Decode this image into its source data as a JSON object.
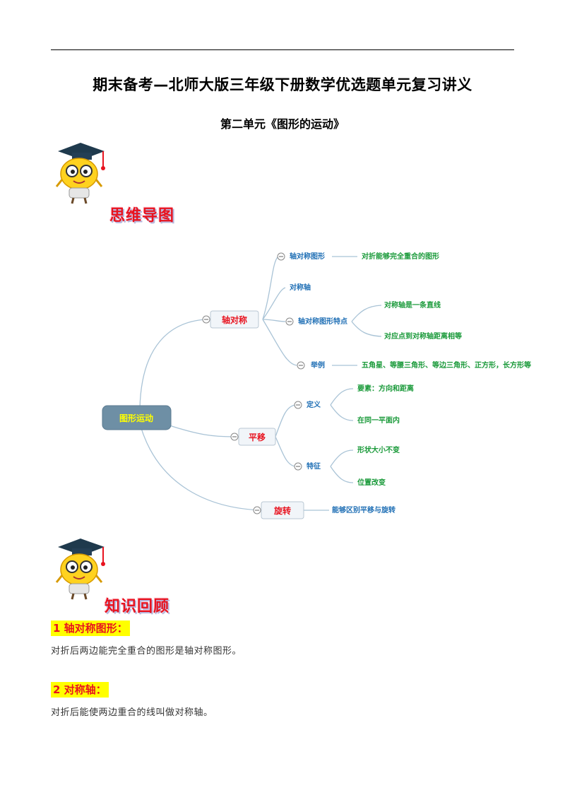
{
  "document": {
    "title": "期末备考—北师大版三年级下册数学优选题单元复习讲义",
    "subtitle": "第二单元《图形的运动》"
  },
  "sections": {
    "mindmap_heading": "思维导图",
    "review_heading": "知识回顾"
  },
  "mindmap": {
    "root": "图形运动",
    "branch1": {
      "label": "轴对称",
      "children": {
        "c1": "轴对称图形",
        "c1_leaf": "对折能够完全重合的图形",
        "c2": "对称轴",
        "c3": "轴对称图形特点",
        "c3_leaf1": "对称轴是一条直线",
        "c3_leaf2": "对应点到对称轴距离相等",
        "c4": "举例",
        "c4_leaf": "五角星、等腰三角形、等边三角形、正方形，长方形等"
      }
    },
    "branch2": {
      "label": "平移",
      "children": {
        "c1": "定义",
        "c1_leaf1": "要素：方向和距离",
        "c1_leaf2": "在同一平面内",
        "c2": "特征",
        "c2_leaf1": "形状大小不变",
        "c2_leaf2": "位置改变"
      }
    },
    "branch3": {
      "label": "旋转",
      "leaf": "能够区别平移与旋转"
    }
  },
  "knowledge": [
    {
      "heading": "1 轴对称图形：",
      "text": "对折后两边能完全重合的图形是轴对称图形。"
    },
    {
      "heading": "2 对称轴：",
      "text": "对折后能使两边重合的线叫做对称轴。"
    }
  ],
  "colors": {
    "heading_red": "#e8131f",
    "highlight_yellow": "#ffff00",
    "node_blue": "#1f6fb5",
    "leaf_green": "#1a9a3a",
    "root_fill": "#6e8fa5",
    "root_text": "#ffff00",
    "connector": "#a9c3d6"
  }
}
